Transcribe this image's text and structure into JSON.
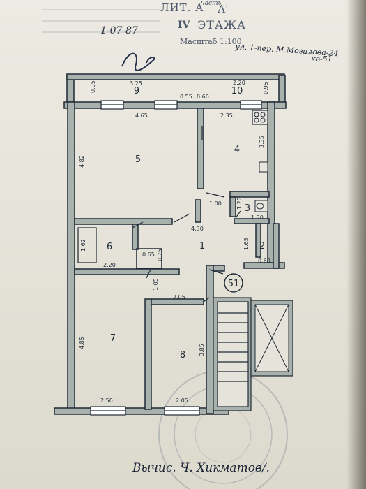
{
  "header": {
    "lit_label": "ЛИТ. А",
    "lit_suffix": "А'",
    "part_label": "часть",
    "floor_number": "IV",
    "floor_label": "ЭТАЖА",
    "scale_label": "Масштаб 1:100",
    "date": "1-07-87",
    "address": "ул. 1-пер. М.Могилова-24",
    "apartment": "кв-51"
  },
  "rooms": {
    "r1": "1",
    "r2": "2",
    "r3": "3",
    "r4": "4",
    "r5": "5",
    "r6": "6",
    "r7": "7",
    "r8": "8",
    "r9": "9",
    "r10": "10",
    "apt_badge": "51"
  },
  "dims": {
    "d_325": "3.25",
    "d_095": "0.95",
    "d_055": "0.55",
    "d_060": "0.60",
    "d_220_top": "2.20",
    "d_095b": "0.95",
    "d_465": "4.65",
    "d_235": "2.35",
    "d_482": "4.82",
    "d_335": "3.35",
    "d_100": "1.00",
    "d_120": "1.20",
    "d_130": "1.30",
    "d_430": "4.30",
    "d_162": "1.62",
    "d_220": "2.20",
    "d_065": "0.65",
    "d_075": "0.75",
    "d_165": "1.65",
    "d_060b": "0.60",
    "d_105": "1.05",
    "d_205_top": "2.05",
    "d_485": "4.85",
    "d_385": "3.85",
    "d_250": "2.50",
    "d_205_bottom": "2.05"
  },
  "footer": {
    "signature": "Вычис. Ч. Хикматов/."
  },
  "colors": {
    "paper": "#e6e4da",
    "wall_fill": "#a9b1ac",
    "wall_stroke": "#1f2a36",
    "ink": "#1f2a36",
    "stamp": "#9aa0a6"
  }
}
